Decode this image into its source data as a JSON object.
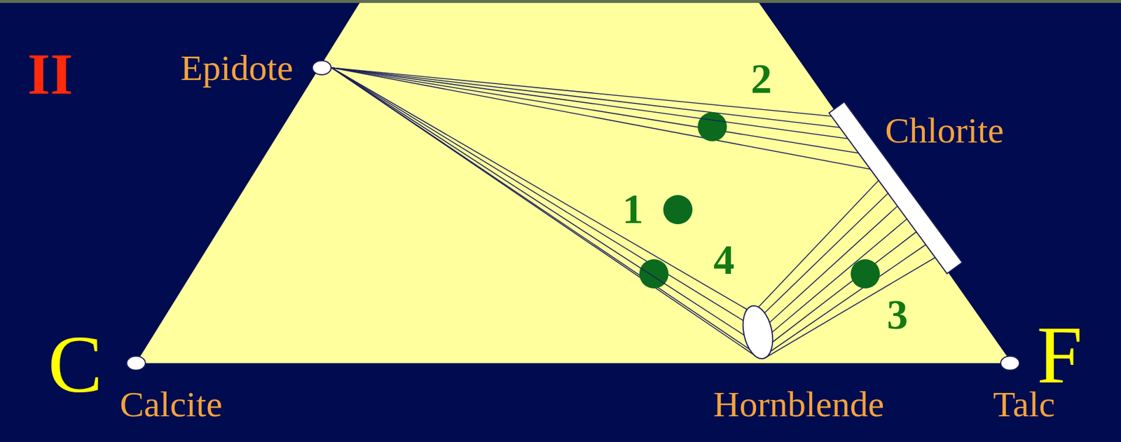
{
  "diagram": {
    "nodes": [
      {
        "text": [
          "Epidote"
        ]
      },
      {
        "text": [
          "Chlorite"
        ]
      },
      {
        "text": [
          "Calcite"
        ]
      },
      {
        "text": [
          "Hornblende"
        ]
      },
      {
        "text": [
          "Talc"
        ]
      }
    ],
    "edges": [
      {
        "from": 0,
        "to": 1,
        "arrow": "none"
      },
      {
        "from": 0,
        "to": 3,
        "arrow": "none"
      },
      {
        "from": 3,
        "to": 1,
        "arrow": "none"
      }
    ],
    "labels": [
      "II",
      "2",
      "1",
      "4",
      "3",
      "C",
      "F"
    ]
  }
}
